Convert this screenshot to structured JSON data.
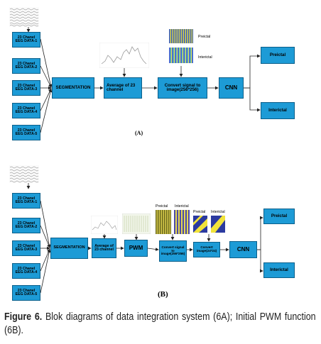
{
  "panel_a": {
    "label": "(A)",
    "eeg_boxes": [
      {
        "line1": "23 Chanel",
        "line2": "EEG DATA-1"
      },
      {
        "line1": "23 Chanel",
        "line2": "EEG DATA-2"
      },
      {
        "line1": "23 Chanel",
        "line2": "EEG DATA-3"
      },
      {
        "line1": "23 Chanel",
        "line2": "EEG DATA-4"
      },
      {
        "line1": "23 Chanel",
        "line2": "EEG DATA-5"
      }
    ],
    "segmentation": "SEGMENTATION",
    "average": "Average of 23 channel",
    "convert": "Convert signal to image(256*256)",
    "cnn": "CNN",
    "preictal": "Preictal",
    "interictal": "Interictal",
    "thumb_preictal": "Preictal",
    "thumb_interictal": "Interictal"
  },
  "panel_b": {
    "label": "(B)",
    "eeg_boxes": [
      {
        "line1": "23 Chanel",
        "line2": "EEG DATA-1"
      },
      {
        "line1": "23 Chanel",
        "line2": "EEG DATA-2"
      },
      {
        "line1": "23 Chanel",
        "line2": "EEG DATA-3"
      },
      {
        "line1": "23 Chanel",
        "line2": "EEG DATA-4"
      },
      {
        "line1": "23 Chanel",
        "line2": "EEG DATA-5"
      }
    ],
    "segmentation": "SEGMENTATION",
    "average": "Average of 23 channel",
    "pwm": "PWM",
    "convert1": "Convert signal to image(256*256)",
    "convert2": "Convert image(24*24)",
    "cnn": "CNN",
    "preictal": "Preictal",
    "interictal": "Interictal",
    "thumb_preictal_1": "Preictal",
    "thumb_interictal_1": "Interictal",
    "thumb_preictal_2": "Preictal",
    "thumb_interictal_2": "Interictal"
  },
  "caption": {
    "figure_label": "Figure 6.",
    "text": "Blok diagrams of data integration system (6A); Initial PWM function (6B)."
  }
}
